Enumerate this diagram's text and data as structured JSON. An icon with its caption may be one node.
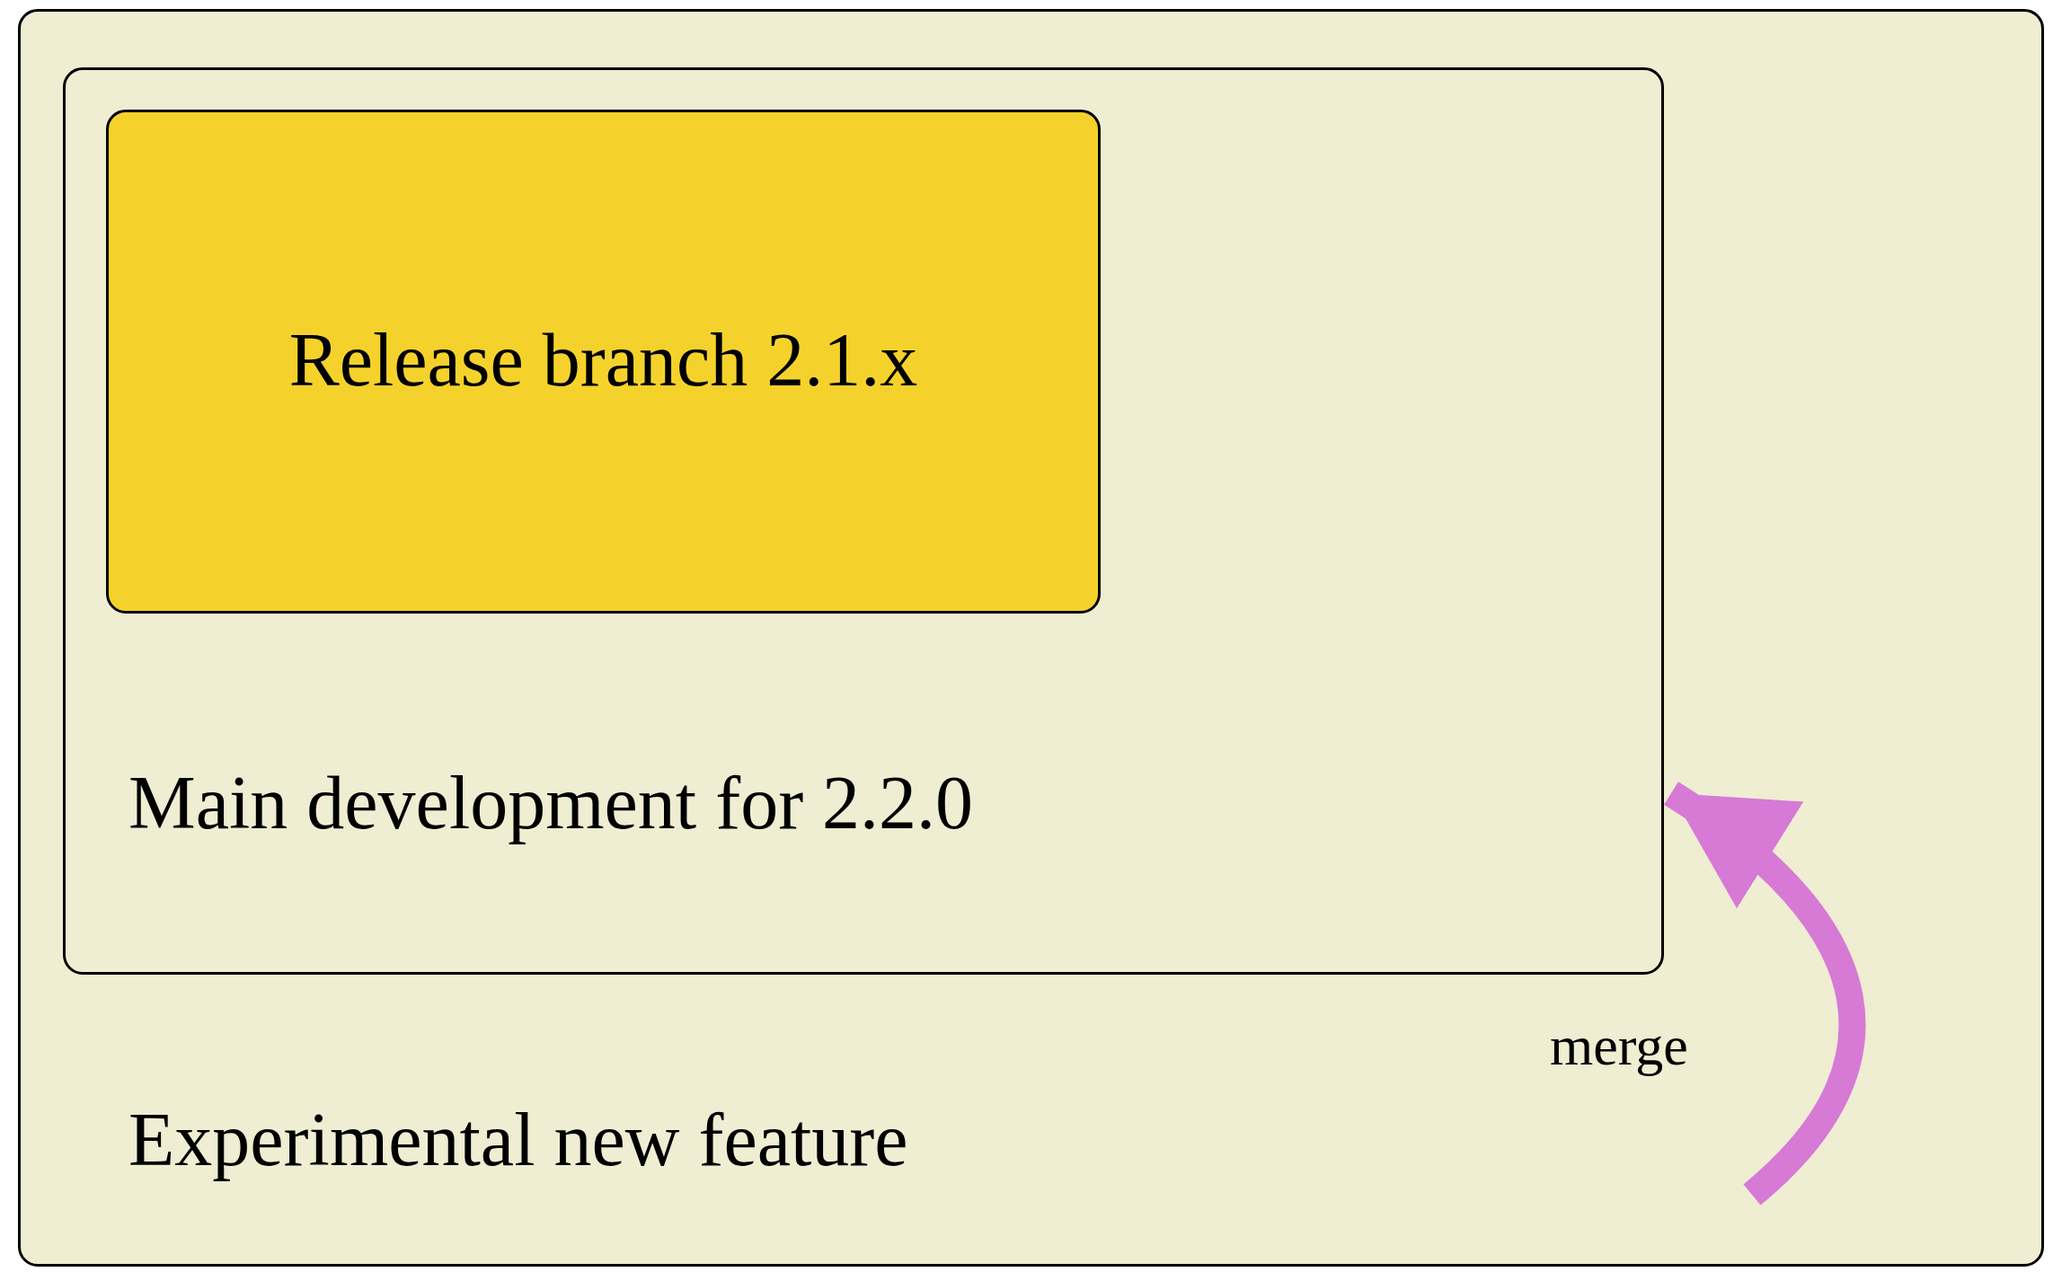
{
  "diagram": {
    "nodes": [
      {
        "text": [
          "Experimental new feature"
        ]
      },
      {
        "text": [
          "Main development for 2.2.0"
        ],
        "in": 0
      },
      {
        "text": [
          "Release branch 2.1.x"
        ],
        "in": 1
      }
    ],
    "edges": [
      {
        "from": 0,
        "to": 1,
        "arrow": "to",
        "label": "merge",
        "color": "#d67ad6"
      }
    ]
  }
}
